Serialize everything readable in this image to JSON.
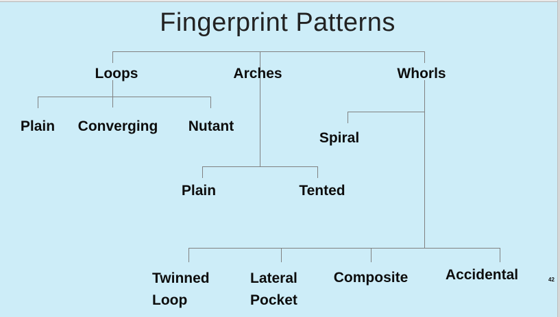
{
  "slide": {
    "title": "Fingerprint Patterns",
    "page_number": "42"
  },
  "colors": {
    "background": "#cdedf8",
    "connector_line": "#808080",
    "label_text": "#0d0d0d",
    "title_text": "#222222",
    "frame_edge": "#d6d6d6"
  },
  "tree": {
    "title": "Fingerprint Patterns",
    "branches": {
      "loops": {
        "label": "Loops",
        "children": {
          "plain": "Plain",
          "converging": "Converging",
          "nutant": "Nutant"
        }
      },
      "arches": {
        "label": "Arches",
        "children": {
          "plain": "Plain",
          "tented": "Tented"
        }
      },
      "whorls": {
        "label": "Whorls",
        "children": {
          "spiral": "Spiral",
          "twinned_loop": "Twinned Loop",
          "lateral_pocket": "Lateral Pocket",
          "composite": "Composite",
          "accidental": "Accidental"
        }
      }
    }
  }
}
